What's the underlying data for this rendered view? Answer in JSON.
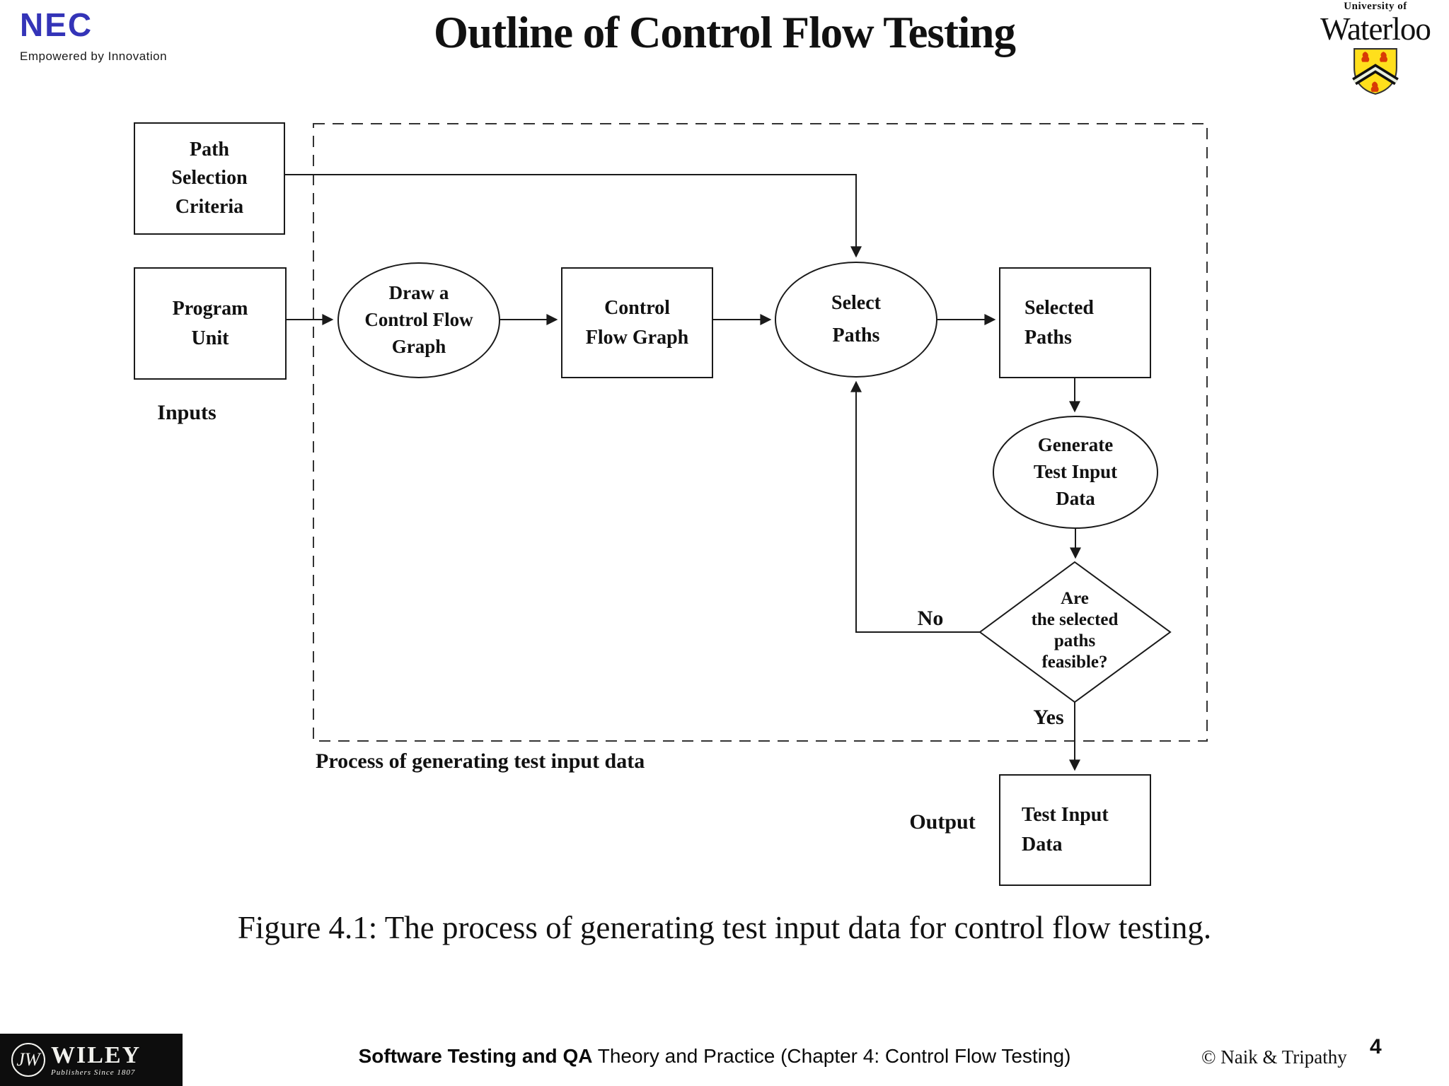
{
  "colors": {
    "nec_blue": "#3434b8",
    "waterloo_gold": "#ffdf1c",
    "lion_red": "#d93a05",
    "ink": "#111111"
  },
  "header": {
    "nec_brand": "NEC",
    "nec_tagline": "Empowered by Innovation",
    "title": "Outline of Control Flow Testing",
    "waterloo_top": "University of",
    "waterloo_name": "Waterloo"
  },
  "diagram": {
    "nodes": {
      "path_selection_criteria": "Path\nSelection\nCriteria",
      "program_unit": "Program\nUnit",
      "draw_cfg": "Draw a\nControl Flow\nGraph",
      "control_flow_graph": "Control\nFlow Graph",
      "select_paths": "Select\nPaths",
      "selected_paths": "Selected\nPaths",
      "generate_test_input_data": "Generate\nTest Input\nData",
      "decision": "Are\nthe selected\npaths\nfeasible?",
      "test_input_data": "Test Input\nData"
    },
    "labels": {
      "inputs": "Inputs",
      "output": "Output",
      "no": "No",
      "yes": "Yes",
      "region": "Process of generating test input data"
    }
  },
  "caption": "Figure 4.1: The process of generating test input data for control flow testing.",
  "footer": {
    "wiley_monogram": "JW",
    "wiley_name": "WILEY",
    "wiley_tagline": "Publishers Since 1807",
    "book_bold": "Software Testing and QA",
    "book_rest": " Theory and Practice (Chapter 4: Control Flow Testing)",
    "copyright": "© Naik & Tripathy",
    "page": "4"
  }
}
